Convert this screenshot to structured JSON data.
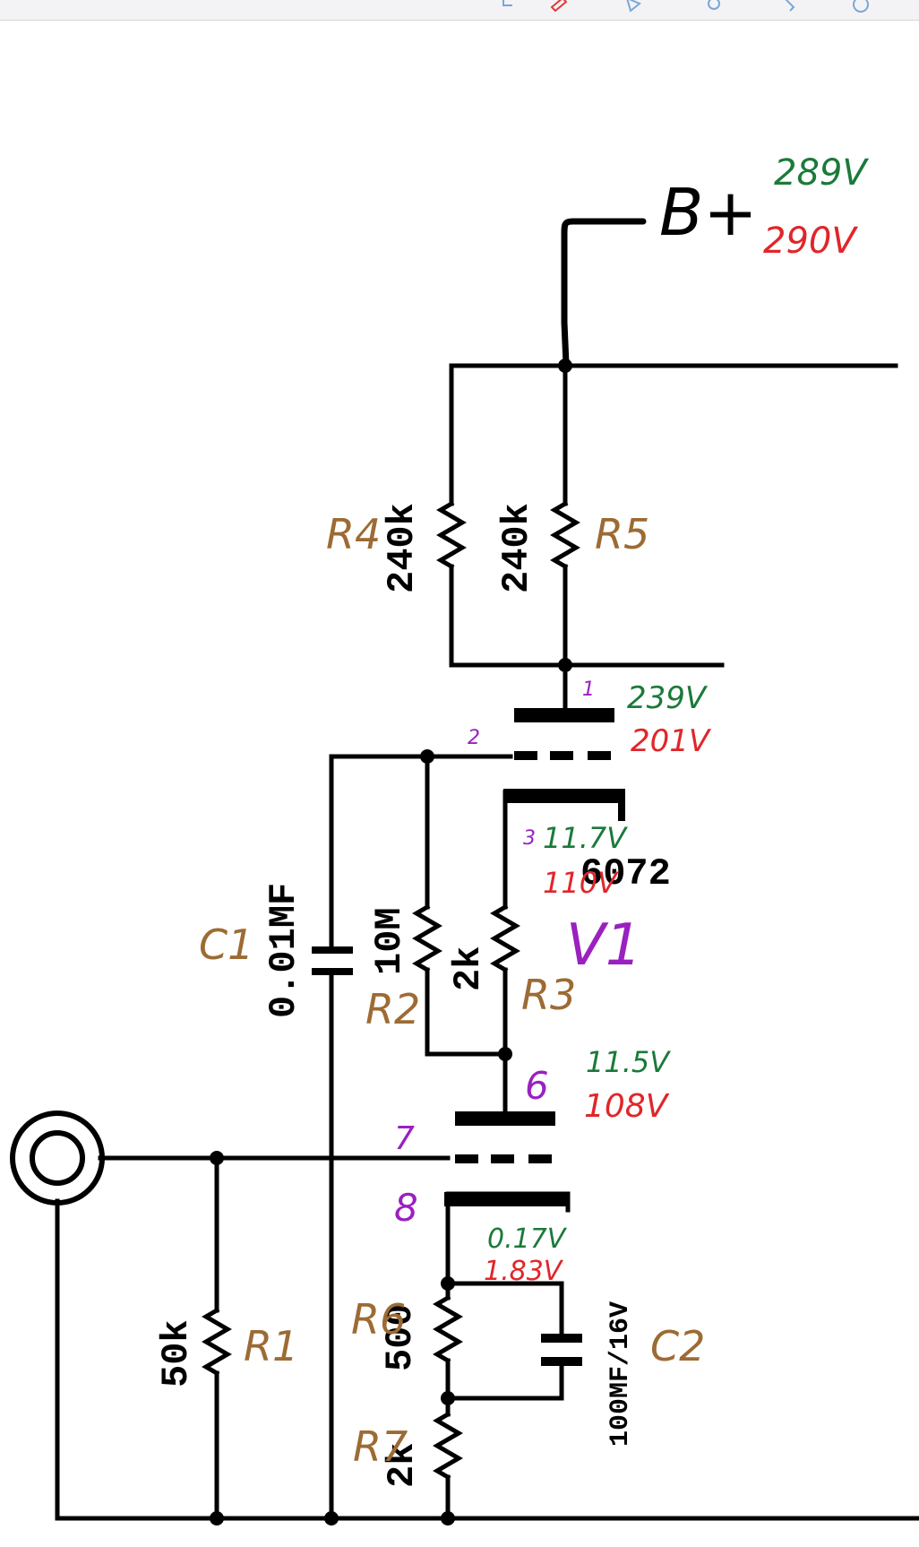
{
  "toolbar": {
    "icons": [
      "scroll-icon",
      "pen-icon",
      "shape-icon",
      "pin-icon",
      "marker-icon",
      "circle-icon"
    ]
  },
  "supply": {
    "label": "B+",
    "measured_green": "289V",
    "measured_red": "290V"
  },
  "tube": {
    "type": "6072",
    "designator": "V1",
    "pins": {
      "p1": "1",
      "p2": "2",
      "p3": "3",
      "p6": "6",
      "p7": "7",
      "p8": "8"
    },
    "pin1_green": "239V",
    "pin1_red": "201V",
    "pin3_green": "11.7V",
    "pin3_red": "110V",
    "pin6_green": "11.5V",
    "pin6_red": "108V",
    "pin8_green": "0.17V",
    "pin8_red": "1.83V"
  },
  "components": {
    "R1": {
      "label": "R1",
      "value": "50k"
    },
    "R2": {
      "label": "R2",
      "value": "10M"
    },
    "R3": {
      "label": "R3",
      "value": "2k"
    },
    "R4": {
      "label": "R4",
      "value": "240k"
    },
    "R5": {
      "label": "R5",
      "value": "240k"
    },
    "R6": {
      "label": "R6",
      "value": "500"
    },
    "R7": {
      "label": "R7",
      "value": "2k"
    },
    "C1": {
      "label": "C1",
      "value": "0.01MF"
    },
    "C2": {
      "label": "C2",
      "value": "100MF/16V"
    }
  },
  "colors": {
    "wire": "#000000",
    "label_brown": "#9c6b34",
    "green": "#1b7a3a",
    "red": "#e0262a",
    "purple": "#9a20c0"
  }
}
